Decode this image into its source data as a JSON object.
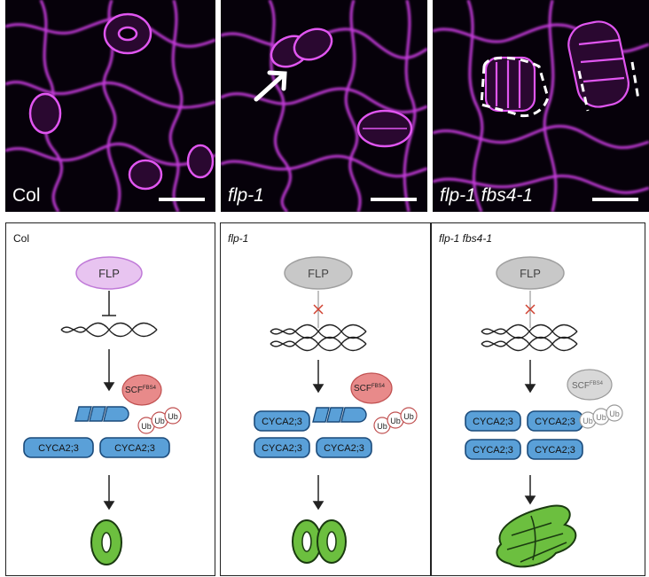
{
  "micrographs": [
    {
      "label": "Col"
    },
    {
      "label": "flp-1"
    },
    {
      "label": "flp-1 fbs4-1"
    }
  ],
  "panels": [
    {
      "label": "Col",
      "flp_label": "FLP",
      "scf_label": "SCF",
      "scf_sup": "FBS4",
      "ub_labels": [
        "Ub",
        "Ub",
        "Ub"
      ],
      "cyca_labels": [
        "CYCA2;3",
        "CYCA2;3"
      ]
    },
    {
      "label": "flp-1",
      "flp_label": "FLP",
      "scf_label": "SCF",
      "scf_sup": "FBS4",
      "ub_labels": [
        "Ub",
        "Ub",
        "Ub"
      ],
      "cyca_labels": [
        "CYCA2;3",
        "CYCA2;3",
        "CYCA2;3"
      ]
    },
    {
      "label": "flp-1 fbs4-1",
      "flp_label": "FLP",
      "scf_label": "SCF",
      "scf_sup": "FBS4",
      "ub_labels": [
        "Ub",
        "Ub",
        "Ub"
      ],
      "cyca_labels": [
        "CYCA2;3",
        "CYCA2;3",
        "CYCA2;3",
        "CYCA2;3"
      ]
    }
  ],
  "colors": {
    "flp_active": "#e8c4f0",
    "flp_inactive": "#c8c8c8",
    "scf_active": "#e88a8a",
    "cyca_fill": "#5aa0d8",
    "stomata": "#6cbf3f",
    "cell_wall": "#c03ad8",
    "inhibit_cross": "#d04030"
  }
}
